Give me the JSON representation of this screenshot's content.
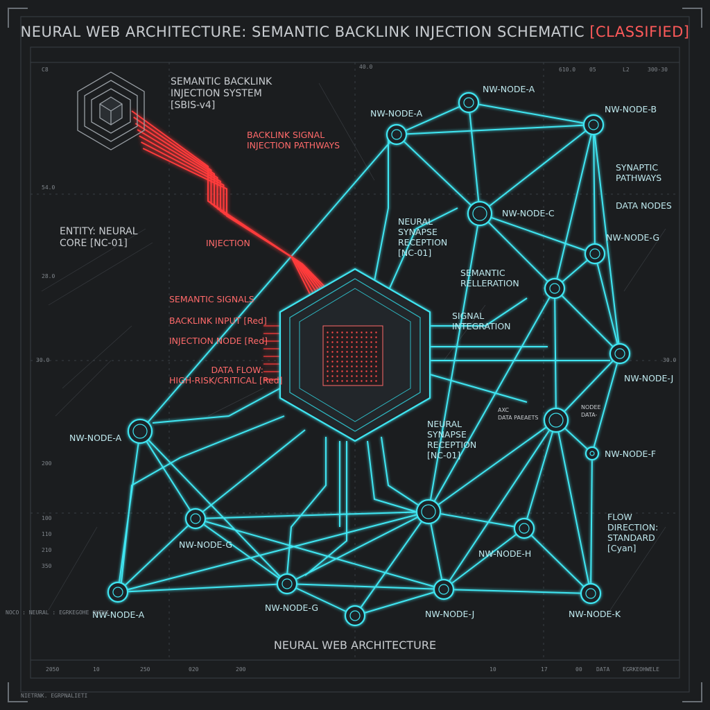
{
  "title": {
    "main": "NEURAL WEB ARCHITECTURE: SEMANTIC BACKLINK INJECTION SCHEMATIC ",
    "classified": "[CLASSIFIED]"
  },
  "footer": "NEURAL WEB ARCHITECTURE",
  "labels": {
    "sbis": "SEMANTIC BACKLINK\nINJECTION SYSTEM\n[SBIS-v4]",
    "entity": "ENTITY: NEURAL\nCORE [NC-01]",
    "backlink_paths": "BACKLINK SIGNAL\nINJECTION PATHWAYS",
    "injection": "INJECTION",
    "semantic_signals": "SEMANTIC SIGNALS",
    "backlink_input": "BACKLINK INPUT [Red]",
    "injection_node": "INJECTION NODE [Red]",
    "data_flow": "DATA FLOW:\nHIGH-RISK/CRITICAL [Red]",
    "synapse_top": "NEURAL\nSYNAPSE\nRECEPTION\n[NC-01]",
    "semantic_rell": "SEMANTIC\nRELLERATION",
    "signal_integration": "SIGNAL\nINTEGRATION",
    "synaptic_pathways": "SYNAPTIC\nPATHWAYS",
    "data_nodes": "DATA NODES",
    "synapse_bottom": "NEURAL\nSYNAPSE\nRECEPTION\n[NC-01]",
    "flow_direction": "FLOW\nDIRECTION:\nSTANDARD\n[Cyan]",
    "axc": "AXC\nDATA PAEAETS",
    "nodee": "NODEE\nDATA-"
  },
  "nodes": {
    "a_top_center": "NW-NODE-A",
    "a_top_left": "NW-NODE-A",
    "b": "NW-NODE-B",
    "c": "NW-NODE-C",
    "g_right": "NW-NODE-G",
    "j_right": "NW-NODE-J",
    "f": "NW-NODE-F",
    "a_mid_left": "NW-NODE-A",
    "g_mid": "NW-NODE-G",
    "h": "NW-NODE-H",
    "a_bottom": "NW-NODE-A",
    "g_bottom": "NW-NODE-G",
    "j_bottom": "NW-NODE-J",
    "k": "NW-NODE-K"
  },
  "ticks": {
    "t40": "40.0",
    "t540": "54.0",
    "t280": "28.0",
    "t300l": "30.0",
    "t300r": "30.0",
    "t200": "200",
    "t100": "100",
    "t110": "110",
    "t210": "210",
    "t350": "350",
    "tl": "C8",
    "tr1": "610.0",
    "tr2": "05",
    "tr3": "L2",
    "tr4": "300-30",
    "b1": "2050",
    "b2": "10",
    "b3": "250",
    "b4": "020",
    "b5": "200",
    "b6": "10",
    "b7": "17",
    "b8": "00",
    "b9": "DATA",
    "b10": "EGRKEOHWELE",
    "side": "NOCO : NEURAL : EGRKEGOHE OHTHI",
    "foot": "NIETRNK. EGRPNALIETI"
  },
  "colors": {
    "cyan": "#3fe6f2",
    "red": "#ff3b3b",
    "grid": "#3a3f44",
    "bg": "#1b1d1f"
  }
}
